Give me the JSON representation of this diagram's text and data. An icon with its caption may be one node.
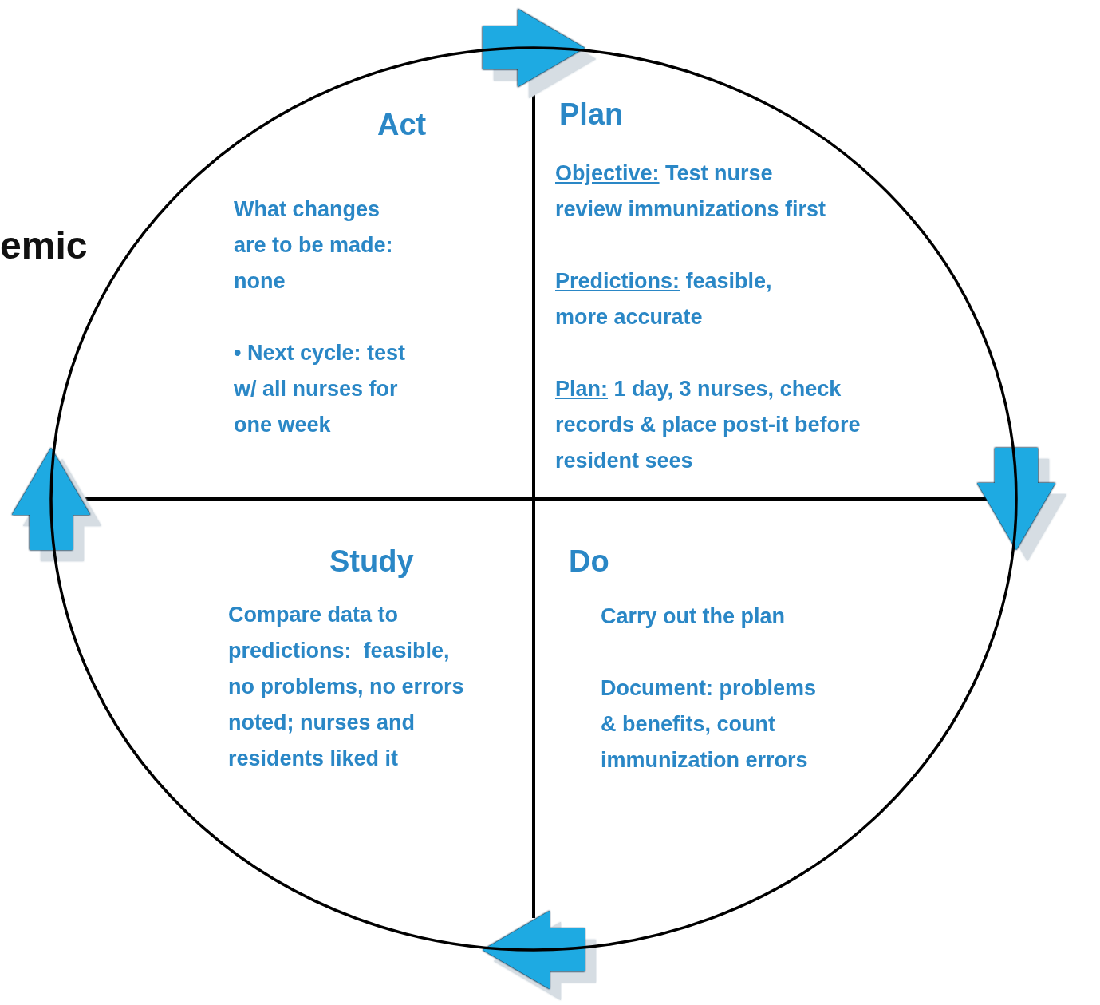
{
  "diagram": {
    "nodes": [
      {
        "text": [
          "Act",
          "What changes are to be made: none",
          "• Next cycle: test w/ all nurses for one week"
        ]
      },
      {
        "text": [
          "Plan",
          "Objective: Test nurse review immunizations first",
          "Predictions: feasible, more accurate",
          "Plan: 1 day, 3 nurses, check records & place post-it before resident sees"
        ]
      },
      {
        "text": [
          "Study",
          "Compare data to predictions:  feasible, no problems, no errors noted; nurses and residents liked it"
        ]
      },
      {
        "text": [
          "Do",
          "Carry out the plan",
          "Document: problems & benefits, count immunization errors"
        ]
      }
    ],
    "edges": [
      {
        "from": 0,
        "to": 1,
        "arrow": "to"
      },
      {
        "from": 1,
        "to": 3,
        "arrow": "to"
      },
      {
        "from": 3,
        "to": 2,
        "arrow": "to"
      },
      {
        "from": 2,
        "to": 0,
        "arrow": "to"
      }
    ],
    "labels": [
      "emic"
    ]
  }
}
